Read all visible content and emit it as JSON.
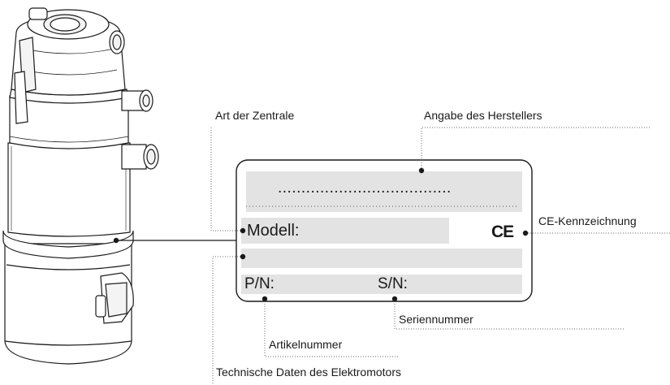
{
  "labels": {
    "art_der_zentrale": "Art der Zentrale",
    "angabe_des_herstellers": "Angabe des Herstellers",
    "ce_kennzeichnung": "CE-Kennzeichnung",
    "seriennummer": "Seriennummer",
    "artikelnummer": "Artikelnummer",
    "technische_daten": "Technische Daten des Elektromotors"
  },
  "plate": {
    "manufacturer_dots": ".....................................",
    "modell": "Modell:",
    "pn": "P/N:",
    "sn": "S/N:",
    "ce_mark": "CE"
  },
  "colors": {
    "plate_field": "#e3e3e3",
    "line": "#1a1a1a",
    "leader": "#6a6a6a"
  }
}
